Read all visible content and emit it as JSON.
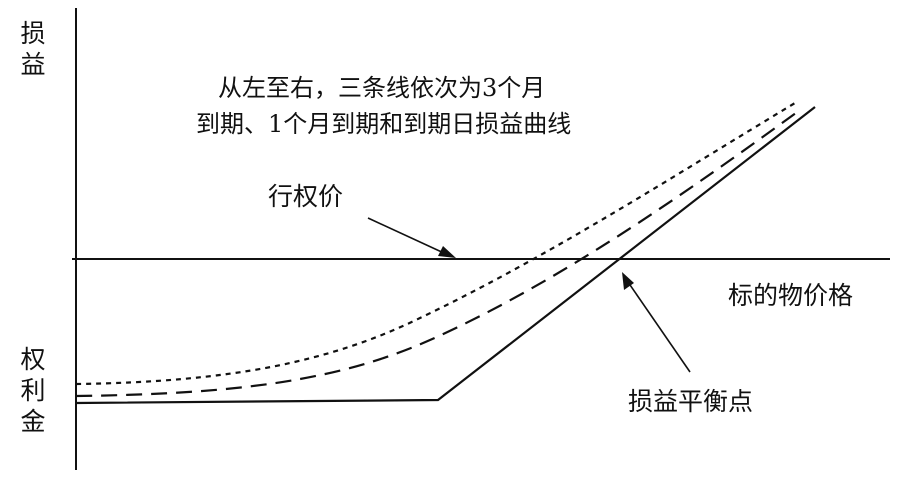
{
  "labels": {
    "y_axis_top": "损益",
    "y_axis_bottom": "权利金",
    "x_axis": "标的物价格",
    "note_line1": "从左至右，三条线依次为3个月",
    "note_line2": "到期、1个月到期和到期日损益曲线",
    "strike_price": "行权价",
    "breakeven": "损益平衡点"
  },
  "colors": {
    "line": "#111111",
    "background": "#ffffff"
  }
}
